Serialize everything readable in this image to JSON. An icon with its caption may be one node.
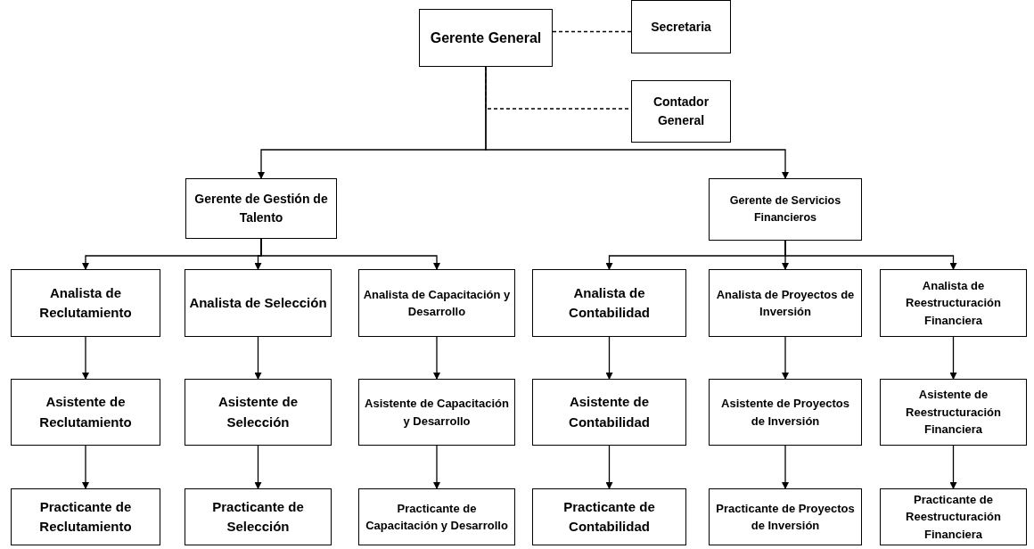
{
  "diagram": {
    "nodes": [
      {
        "text": [
          "Gerente General"
        ]
      },
      {
        "text": [
          "Secretaria"
        ]
      },
      {
        "text": [
          "Contador General"
        ]
      },
      {
        "text": [
          "Gerente de Gestión de Talento"
        ]
      },
      {
        "text": [
          "Gerente de Servicios Financieros"
        ]
      },
      {
        "text": [
          "Analista de Reclutamiento"
        ]
      },
      {
        "text": [
          "Analista de Selección"
        ]
      },
      {
        "text": [
          "Analista de Capacitación y Desarrollo"
        ]
      },
      {
        "text": [
          "Analista de Contabilidad"
        ]
      },
      {
        "text": [
          "Analista de Proyectos de Inversión"
        ]
      },
      {
        "text": [
          "Analista de Reestructuración Financiera"
        ]
      },
      {
        "text": [
          "Asistente de Reclutamiento"
        ]
      },
      {
        "text": [
          "Asistente de Selección"
        ]
      },
      {
        "text": [
          "Asistente de Capacitación y Desarrollo"
        ]
      },
      {
        "text": [
          "Asistente de Contabilidad"
        ]
      },
      {
        "text": [
          "Asistente de Proyectos de Inversión"
        ]
      },
      {
        "text": [
          "Asistente de Reestructuración Financiera"
        ]
      },
      {
        "text": [
          "Practicante de Reclutamiento"
        ]
      },
      {
        "text": [
          "Practicante de Selección"
        ]
      },
      {
        "text": [
          "Practicante de Capacitación y Desarrollo"
        ]
      },
      {
        "text": [
          "Practicante de Contabilidad"
        ]
      },
      {
        "text": [
          "Practicante de Proyectos de Inversión"
        ]
      },
      {
        "text": [
          "Practicante de Reestructuración Financiera"
        ]
      }
    ],
    "edges": [
      {
        "from": 0,
        "to": 1,
        "arrow": "none",
        "style": "dashed"
      },
      {
        "from": 0,
        "to": 2,
        "arrow": "none",
        "style": "dashed"
      },
      {
        "from": 0,
        "to": 3,
        "arrow": "to"
      },
      {
        "from": 0,
        "to": 4,
        "arrow": "to"
      },
      {
        "from": 3,
        "to": 5,
        "arrow": "to"
      },
      {
        "from": 3,
        "to": 6,
        "arrow": "to"
      },
      {
        "from": 3,
        "to": 7,
        "arrow": "to"
      },
      {
        "from": 4,
        "to": 8,
        "arrow": "to"
      },
      {
        "from": 4,
        "to": 9,
        "arrow": "to"
      },
      {
        "from": 4,
        "to": 10,
        "arrow": "to"
      },
      {
        "from": 5,
        "to": 11,
        "arrow": "to"
      },
      {
        "from": 6,
        "to": 12,
        "arrow": "to"
      },
      {
        "from": 7,
        "to": 13,
        "arrow": "to"
      },
      {
        "from": 8,
        "to": 14,
        "arrow": "to"
      },
      {
        "from": 9,
        "to": 15,
        "arrow": "to"
      },
      {
        "from": 10,
        "to": 16,
        "arrow": "to"
      },
      {
        "from": 11,
        "to": 17,
        "arrow": "to"
      },
      {
        "from": 12,
        "to": 18,
        "arrow": "to"
      },
      {
        "from": 13,
        "to": 19,
        "arrow": "to"
      },
      {
        "from": 14,
        "to": 20,
        "arrow": "to"
      },
      {
        "from": 15,
        "to": 21,
        "arrow": "to"
      },
      {
        "from": 16,
        "to": 22,
        "arrow": "to"
      }
    ]
  }
}
